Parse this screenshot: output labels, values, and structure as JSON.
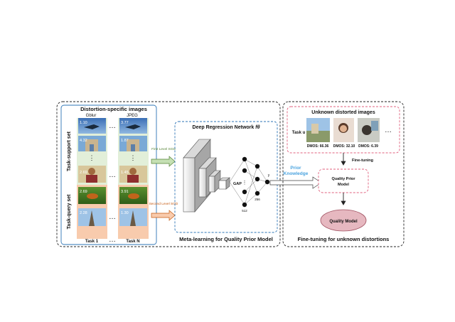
{
  "left_panel": {
    "images_title": "Distortion-specific images",
    "col1_label": "Gblur",
    "col2_label": "JPEG",
    "row_label_support": "Task-support set",
    "row_label_query": "Task-query set",
    "task1_label": "Task 1",
    "taskN_label": "Task N",
    "scores_col1": [
      "1.10",
      "4.32",
      "",
      "2.69",
      "2.69",
      "2.28"
    ],
    "scores_col2": [
      "3.77",
      "1.87",
      "",
      "1.45",
      "3.91",
      "1.30"
    ],
    "ellipsis": "…",
    "vdots": "⋮",
    "sgd1_label": "First Level SGD",
    "sgd2_label": "Second Level SGD"
  },
  "network": {
    "title": "Deep Regression Network fθ",
    "title_text": "Deep Regression Network ",
    "theta": "fθ",
    "gap_label": "GAP",
    "n512": "512",
    "n256": "256",
    "out_label": "y",
    "caption": "Meta-learning for Quality Prior Model"
  },
  "arrow": {
    "prior_label": "Prior Knowledge",
    "prior_line1": "Prior",
    "prior_line2": "Knowledge"
  },
  "right_panel": {
    "unknown_title": "Unknown distorted images",
    "task_label": "Task u",
    "dmos": [
      "DMOS: 66.36",
      "DMOS: 32.10",
      "DMOS: 6.39"
    ],
    "ellipsis": "…",
    "finetune_label": "Fine-tuning",
    "prior_model_line1": "Quality Prior",
    "prior_model_line2": "Model",
    "quality_model": "Quality Model",
    "caption": "Fine-tuning for unknown distortions"
  },
  "colors": {
    "blue_dashed": "#2e75b6",
    "pink_dashed": "#e0607e",
    "support_bg": "#e2efd9",
    "query_bg": "#f8cbad",
    "prior_text": "#4aa3df",
    "sgd1": "#548235",
    "sgd2": "#c55a11",
    "quality_model_fill": "#e6b8c0"
  }
}
